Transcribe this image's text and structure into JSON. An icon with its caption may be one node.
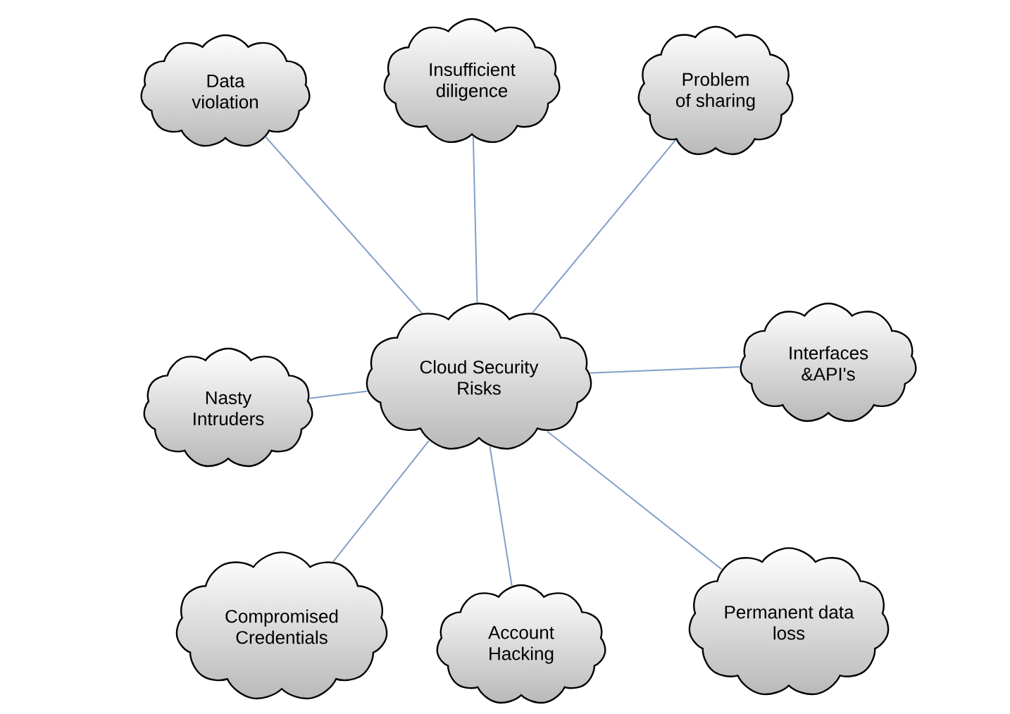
{
  "diagram": {
    "nodes": [
      {
        "text": [
          "Data violation"
        ]
      },
      {
        "text": [
          "Insufficient diligence"
        ]
      },
      {
        "text": [
          "Problem of sharing"
        ]
      },
      {
        "text": [
          "Nasty Intruders"
        ]
      },
      {
        "text": [
          "Cloud Security Risks"
        ]
      },
      {
        "text": [
          "Interfaces &API's"
        ]
      },
      {
        "text": [
          "Compromised Credentials"
        ]
      },
      {
        "text": [
          "Account Hacking"
        ]
      },
      {
        "text": [
          "Permanent data loss"
        ]
      }
    ],
    "edges": [
      {
        "from": 4,
        "to": 0,
        "arrow": "none"
      },
      {
        "from": 4,
        "to": 1,
        "arrow": "none"
      },
      {
        "from": 4,
        "to": 2,
        "arrow": "none"
      },
      {
        "from": 4,
        "to": 3,
        "arrow": "none"
      },
      {
        "from": 4,
        "to": 5,
        "arrow": "none"
      },
      {
        "from": 4,
        "to": 6,
        "arrow": "none"
      },
      {
        "from": 4,
        "to": 7,
        "arrow": "none"
      },
      {
        "from": 4,
        "to": 8,
        "arrow": "none"
      }
    ]
  }
}
